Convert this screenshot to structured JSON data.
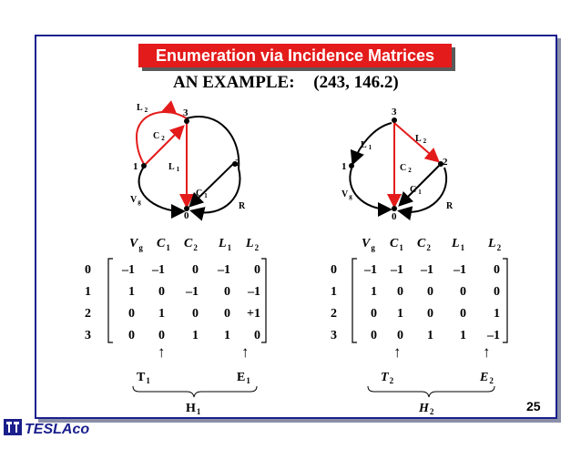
{
  "title": "Enumeration via Incidence Matrices",
  "heading": {
    "left": "AN EXAMPLE:",
    "right": "(243, 146.2)"
  },
  "graph1": {
    "nodes": [
      "0",
      "1",
      "2",
      "3"
    ],
    "edges": [
      {
        "name": "L",
        "sub": "2",
        "color": "#e41b1b"
      },
      {
        "name": "C",
        "sub": "2",
        "color": "#e41b1b"
      },
      {
        "name": "L",
        "sub": "1",
        "color": "#e41b1b"
      },
      {
        "name": "C",
        "sub": "1",
        "color": "#000000"
      },
      {
        "name": "V",
        "sub": "g",
        "color": "#000000"
      },
      {
        "name": "R",
        "sub": "",
        "color": "#000000"
      }
    ]
  },
  "graph2": {
    "nodes": [
      "0",
      "1",
      "2",
      "3"
    ],
    "edges": [
      {
        "name": "L",
        "sub": "1",
        "color": "#000000"
      },
      {
        "name": "L",
        "sub": "2",
        "color": "#e41b1b"
      },
      {
        "name": "C",
        "sub": "2",
        "color": "#e41b1b"
      },
      {
        "name": "C",
        "sub": "1",
        "color": "#000000"
      },
      {
        "name": "V",
        "sub": "g",
        "color": "#000000"
      },
      {
        "name": "R",
        "sub": "",
        "color": "#000000"
      }
    ]
  },
  "matrix1": {
    "col_headers": [
      {
        "m": "V",
        "s": "g"
      },
      {
        "m": "C",
        "s": "1"
      },
      {
        "m": "C",
        "s": "2"
      },
      {
        "m": "L",
        "s": "1"
      },
      {
        "m": "L",
        "s": "2"
      }
    ],
    "row_labels": [
      "0",
      "1",
      "2",
      "3"
    ],
    "rows": [
      [
        "–1",
        "–1",
        "0",
        "–1",
        "0"
      ],
      [
        "1",
        "0",
        "–1",
        "0",
        "–1"
      ],
      [
        "0",
        "1",
        "0",
        "0",
        "+1"
      ],
      [
        "0",
        "0",
        "1",
        "1",
        "0"
      ]
    ],
    "arrow_cols": [
      1,
      4
    ],
    "tree_label": {
      "m": "T",
      "s": "1"
    },
    "cotree_label": {
      "m": "E",
      "s": "1"
    },
    "brace_label": {
      "m": "H",
      "s": "1"
    }
  },
  "matrix2": {
    "col_headers": [
      {
        "m": "V",
        "s": "g"
      },
      {
        "m": "C",
        "s": "1"
      },
      {
        "m": "C",
        "s": "2"
      },
      {
        "m": "L",
        "s": "1"
      },
      {
        "m": "L",
        "s": "2"
      }
    ],
    "row_labels": [
      "0",
      "1",
      "2",
      "3"
    ],
    "rows": [
      [
        "–1",
        "–1",
        "–1",
        "–1",
        "0"
      ],
      [
        "1",
        "0",
        "0",
        "0",
        "0"
      ],
      [
        "0",
        "1",
        "0",
        "0",
        "1"
      ],
      [
        "0",
        "0",
        "1",
        "1",
        "–1"
      ]
    ],
    "arrow_cols": [
      1,
      4
    ],
    "tree_label": {
      "m": "T",
      "s": "2"
    },
    "cotree_label": {
      "m": "E",
      "s": "2"
    },
    "brace_label": {
      "m": "H",
      "s": "2"
    }
  },
  "page_number": "25",
  "logo_text": "TESLAco",
  "colors": {
    "frame": "#1a1f8c",
    "title_bg": "#e41b1b",
    "red_edge": "#e41b1b"
  }
}
